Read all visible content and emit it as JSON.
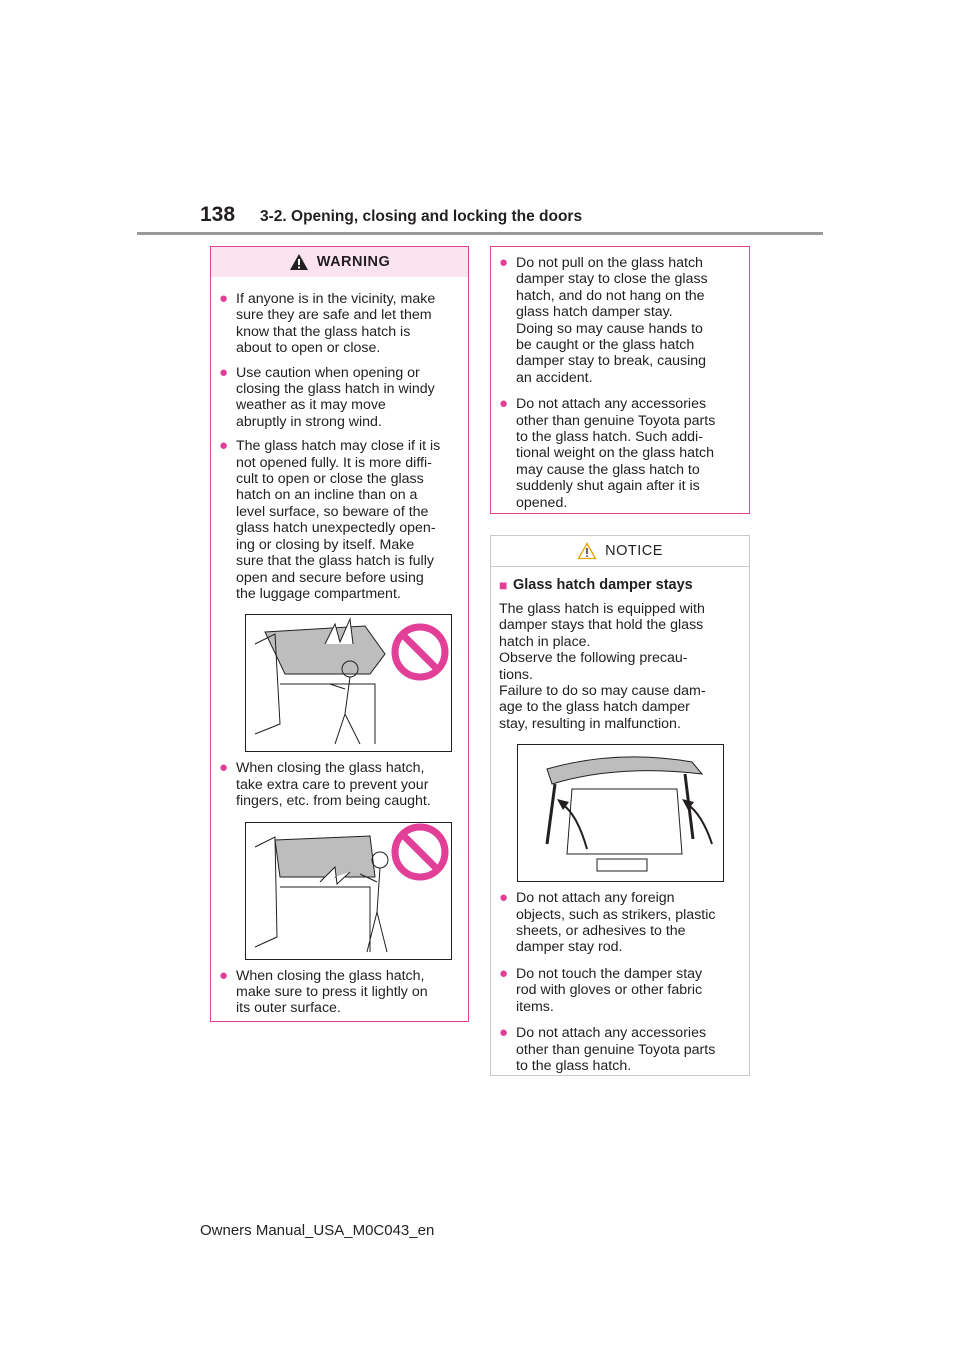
{
  "header": {
    "page_number": "138",
    "section_title": "3-2. Opening, closing and locking the doors"
  },
  "footer": {
    "doc_id": "Owners Manual_USA_M0C043_en"
  },
  "warning": {
    "title": "WARNING",
    "left_items": [
      "If anyone is in the vicinity, make\nsure they are safe and let them\nknow that the glass hatch is\nabout to open or close.",
      "Use caution when opening or\nclosing the glass hatch in windy\nweather as it may move\nabruptly in strong wind.",
      "The glass hatch may close if it is\nnot opened fully. It is more diffi-\ncult to open or close the glass\nhatch on an incline than on a\nlevel surface, so beware of the\nglass hatch unexpectedly open-\ning or closing by itself. Make\nsure that the glass hatch is fully\nopen and secure before using\nthe luggage compartment.",
      "When closing the glass hatch,\ntake extra care to prevent your\nfingers, etc. from being caught.",
      "When closing the glass hatch,\nmake sure to press it lightly on\nits outer surface."
    ],
    "right_items": [
      "Do not pull on the glass hatch\ndamper stay to close the glass\nhatch, and do not hang on the\nglass hatch damper stay.\nDoing so may cause hands to\nbe caught or the glass hatch\ndamper stay to break, causing\nan accident.",
      "Do not attach any accessories\nother than genuine Toyota parts\nto the glass hatch. Such addi-\ntional weight on the glass hatch\nmay cause the glass hatch to\nsuddenly shut again after it is\nopened."
    ]
  },
  "notice": {
    "title": "NOTICE",
    "subheading": "Glass hatch damper stays",
    "paragraph": "The glass hatch is equipped with\ndamper stays that hold the glass\nhatch in place.\nObserve the following precau-\ntions.\nFailure to do so may cause dam-\nage to the glass hatch damper\nstay, resulting in malfunction.",
    "items": [
      "Do not attach any foreign\nobjects, such as strikers, plastic\nsheets, or adhesives to the\ndamper stay rod.",
      "Do not touch the damper stay\nrod with gloves or other fabric\nitems.",
      "Do not attach any accessories\nother than genuine Toyota parts\nto the glass hatch."
    ]
  },
  "colors": {
    "warning_accent": "#e23f98",
    "warning_header_bg": "#fbe3ef",
    "rule_gray": "#9a9a9a"
  },
  "icons": {
    "warning": "warning-triangle-icon",
    "notice": "notice-triangle-icon",
    "prohibition": "prohibition-icon"
  }
}
